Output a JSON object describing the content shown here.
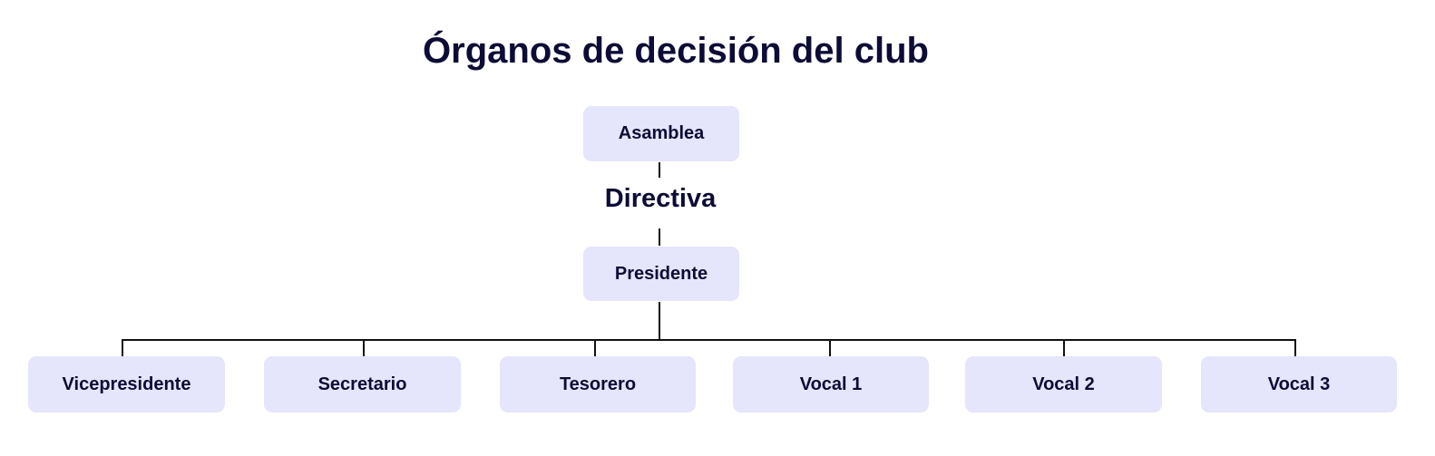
{
  "title": "Órganos de decisión del club",
  "top": "Asamblea",
  "group_label": "Directiva",
  "head": "Presidente",
  "members": [
    "Vicepresidente",
    "Secretario",
    "Tesorero",
    "Vocal 1",
    "Vocal 2",
    "Vocal 3"
  ],
  "colors": {
    "box": "#e5e5fb",
    "text": "#0c0c36",
    "line": "#111111"
  }
}
